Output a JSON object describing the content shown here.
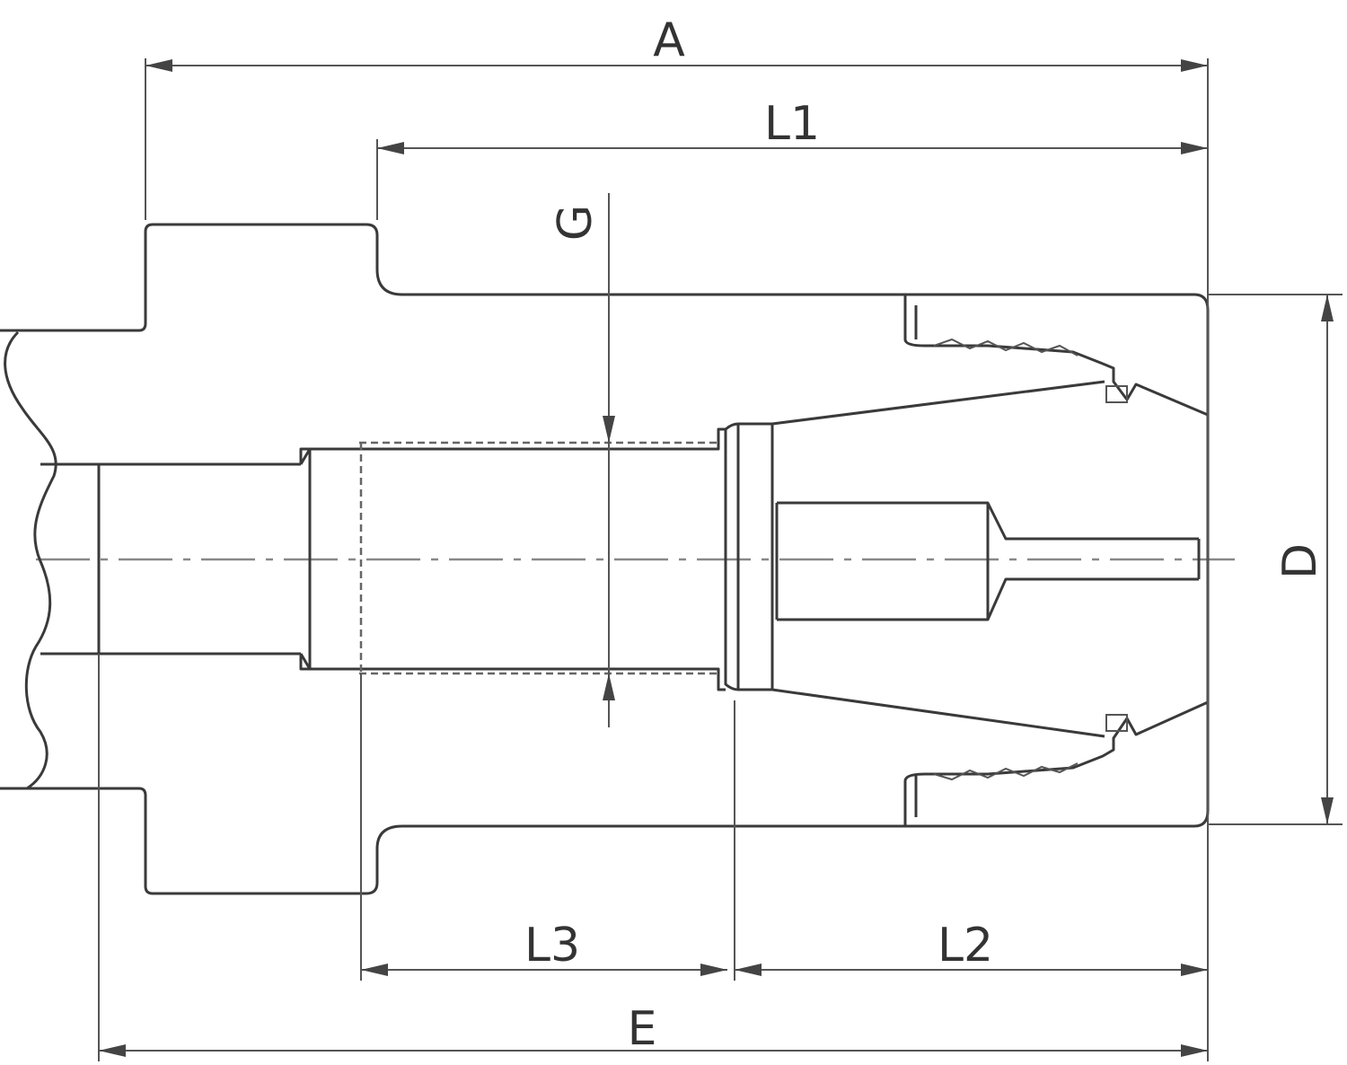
{
  "labels": {
    "A": "A",
    "L1": "L1",
    "G": "G",
    "D": "D",
    "L3": "L3",
    "L2": "L2",
    "E": "E"
  },
  "colors": {
    "line": "#3a3a3a",
    "background": "#ffffff"
  }
}
